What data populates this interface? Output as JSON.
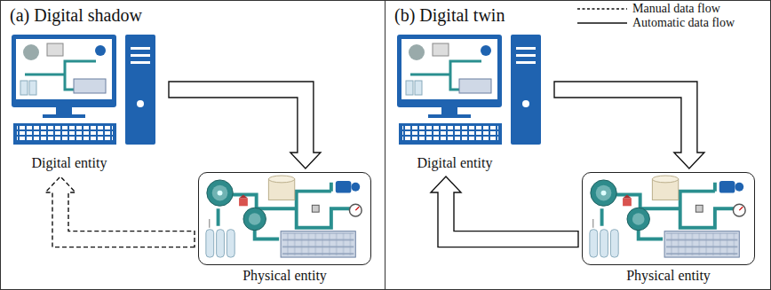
{
  "diagram": {
    "nodes": [
      {
        "text": [
          "(a) Digital shadow"
        ]
      },
      {
        "text": [
          "Digital entity"
        ],
        "in": 0
      },
      {
        "text": [
          "Physical entity"
        ],
        "in": 0
      },
      {
        "text": [
          "(b) Digital twin"
        ]
      },
      {
        "text": [
          "Digital entity"
        ],
        "in": 3
      },
      {
        "text": [
          "Physical entity"
        ],
        "in": 3
      }
    ],
    "edges": [
      {
        "from": 1,
        "to": 2,
        "arrow": "to"
      },
      {
        "from": 2,
        "to": 1,
        "arrow": "to"
      },
      {
        "from": 4,
        "to": 5,
        "arrow": "to"
      },
      {
        "from": 5,
        "to": 4,
        "arrow": "to"
      }
    ],
    "legend": [
      {
        "text": "Manual data flow"
      },
      {
        "text": "Automatic data flow"
      }
    ]
  }
}
